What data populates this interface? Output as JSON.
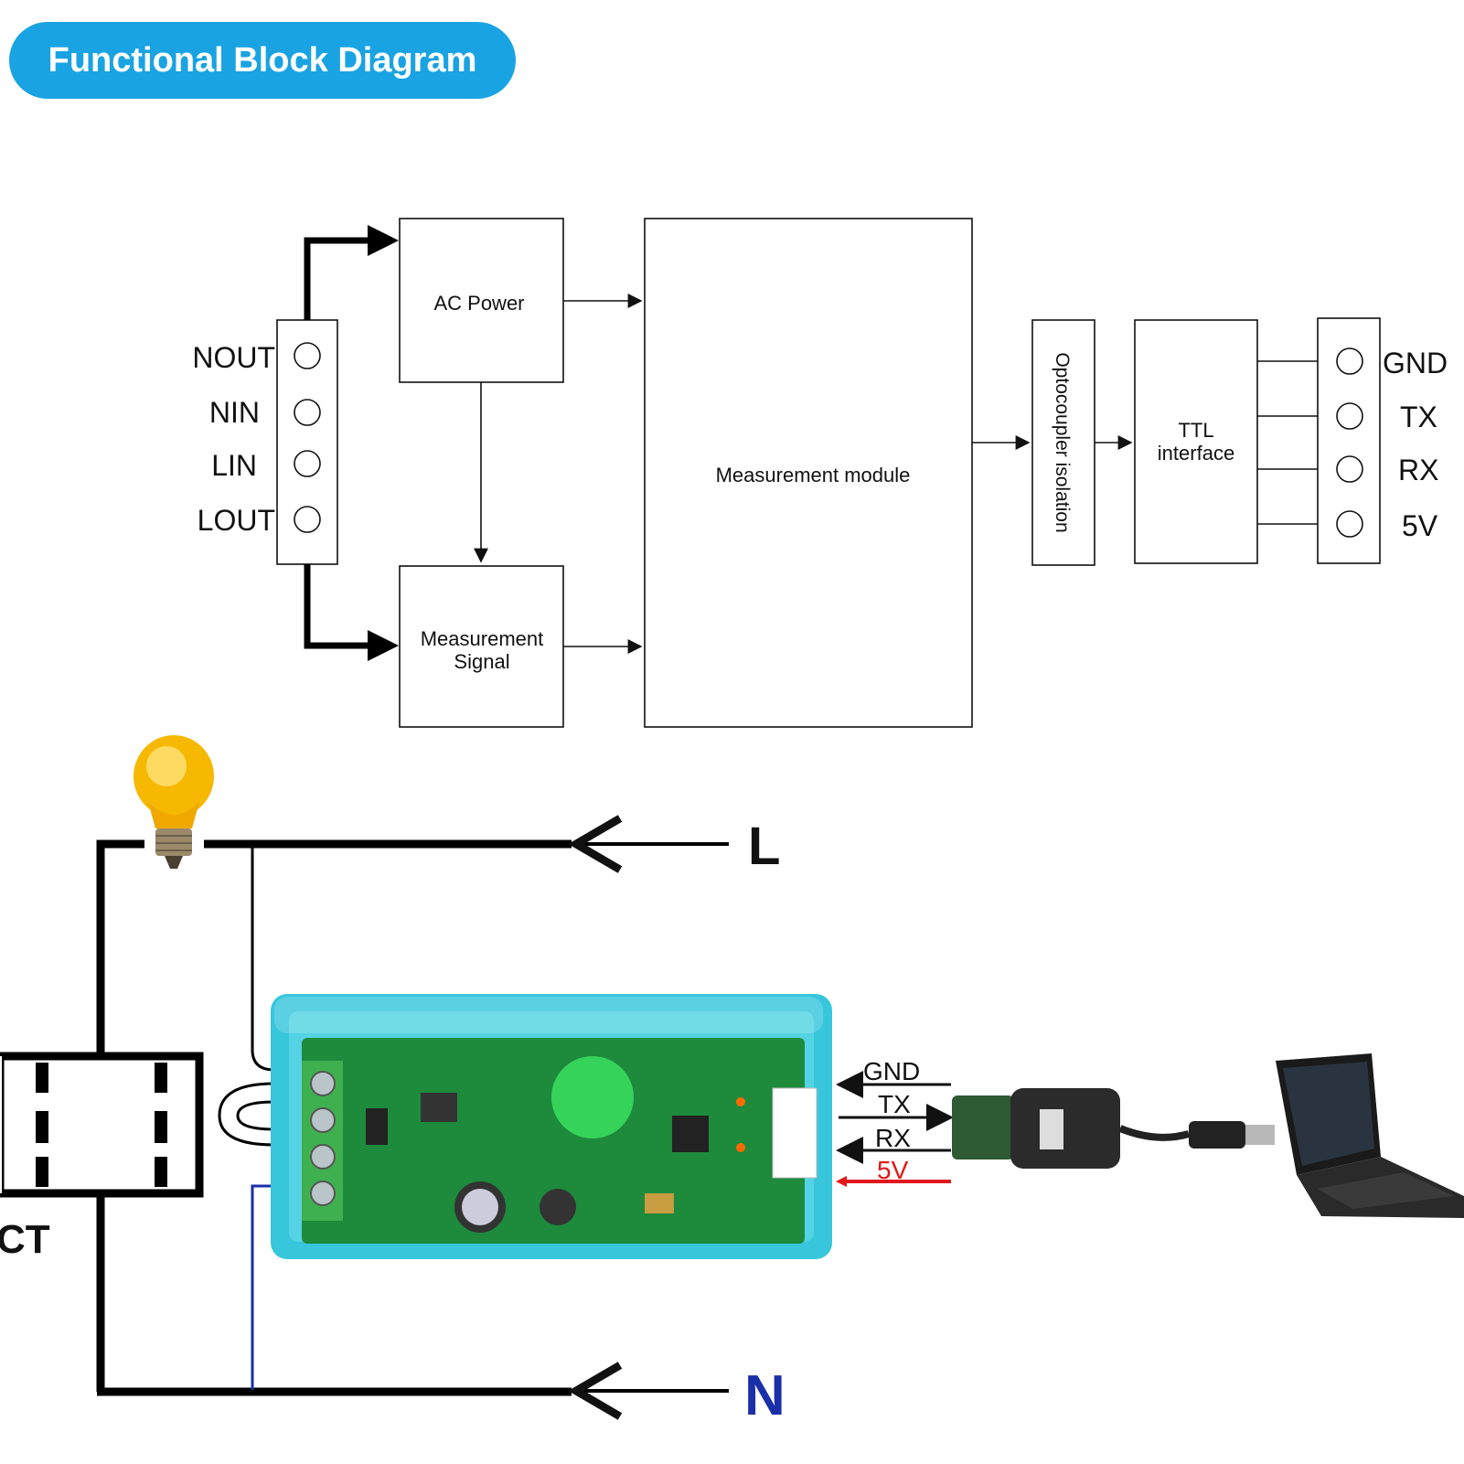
{
  "title": "Functional Block Diagram",
  "blocks": {
    "ac_power": "AC Power",
    "measurement_signal": [
      "Measurement",
      "Signal"
    ],
    "measurement_module": "Measurement module",
    "optocoupler": "Optocoupler isolation",
    "ttl": [
      "TTL",
      "interface"
    ]
  },
  "input_terminals": [
    "NOUT",
    "NIN",
    "LIN",
    "LOUT"
  ],
  "output_terminals": [
    "GND",
    "TX",
    "RX",
    "5V"
  ],
  "wiring": {
    "line_label": "L",
    "neutral_label": "N",
    "ct_label": "CT",
    "serial_labels": [
      "GND",
      "TX",
      "RX",
      "5V"
    ]
  },
  "colors": {
    "title_bg": "#1aa3e3",
    "power_wire": "#e01818",
    "neutral_label": "#1a2fa8",
    "board_case": "#37c6dc",
    "pcb": "#1d8a3c"
  }
}
